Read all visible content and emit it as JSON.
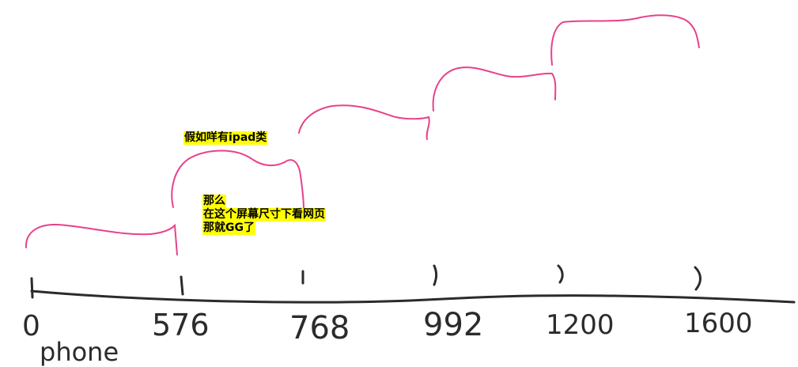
{
  "axis_ticks": [
    "0",
    "576",
    "768",
    "992",
    "1200",
    "1600"
  ],
  "axis_caption": "phone",
  "notes": {
    "ipad": "假如咩有ipad类",
    "warning_line1": "那么",
    "warning_line2": "在这个屏幕尺寸下看网页",
    "warning_line3": "那就GG了"
  },
  "colors": {
    "ink": "#2b2b2b",
    "brace": "#e8418a",
    "highlight": "#ffff00"
  }
}
